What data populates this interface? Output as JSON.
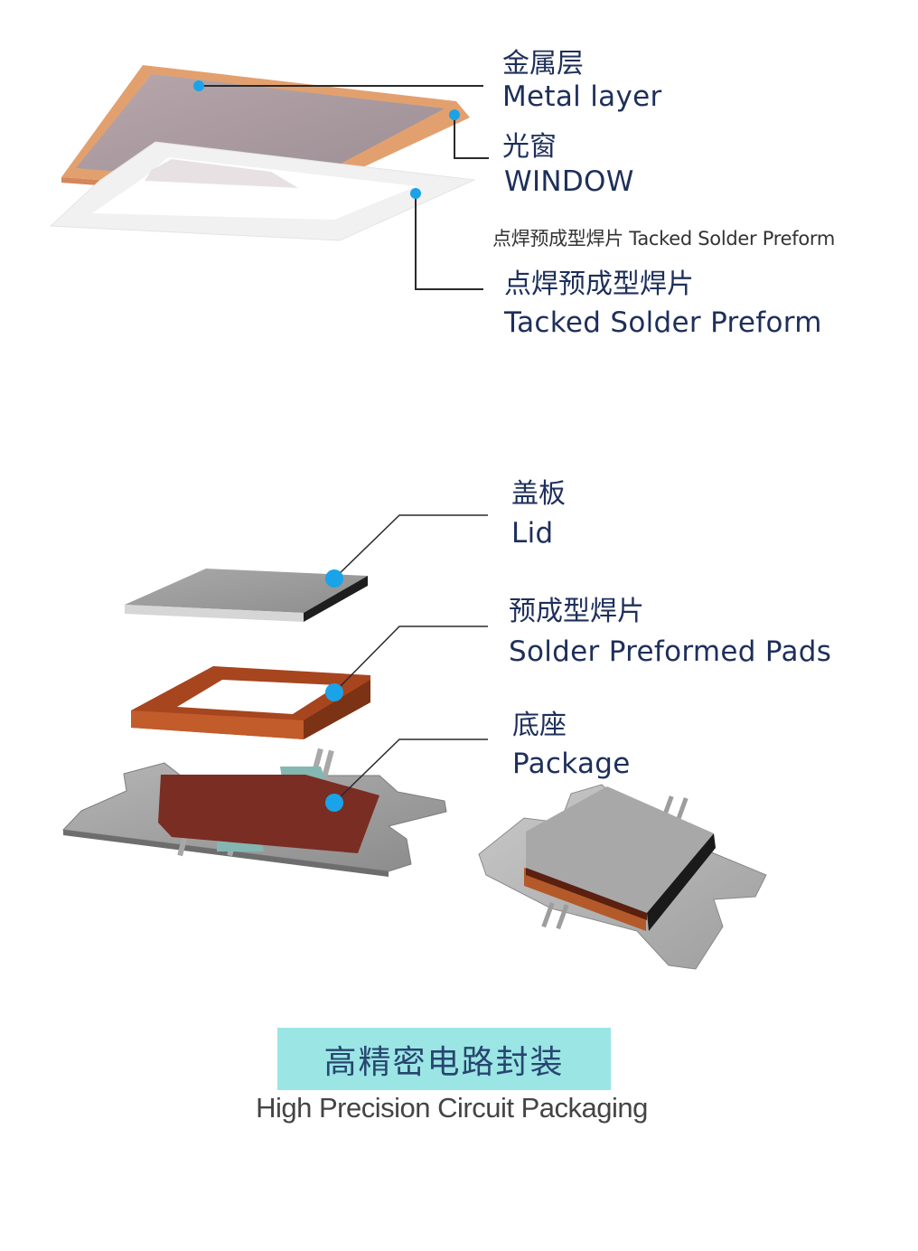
{
  "top_figure": {
    "metal_layer": {
      "zh": "金属层",
      "en": "Metal layer"
    },
    "window": {
      "zh": "光窗",
      "en": "WINDOW"
    },
    "caption_inline": "点焊预成型焊片 Tacked Solder Preform",
    "tacked_preform": {
      "zh": "点焊预成型焊片",
      "en": "Tacked Solder Preform"
    }
  },
  "bottom_figure": {
    "lid": {
      "zh": "盖板",
      "en": "Lid"
    },
    "solder_pads": {
      "zh": "预成型焊片",
      "en": "Solder Preformed Pads"
    },
    "package": {
      "zh": "底座",
      "en": "Package"
    }
  },
  "footer": {
    "title_zh": "高精密电路封装",
    "title_en": "High Precision Circuit Packaging"
  },
  "colors": {
    "marker": "#1aa3e8",
    "leader": "#2a2a2a",
    "banner": "#9be6e5",
    "label_text": "#1e2f5a",
    "copper": "#c4703a",
    "lid_gray": "#9a9a9a"
  }
}
